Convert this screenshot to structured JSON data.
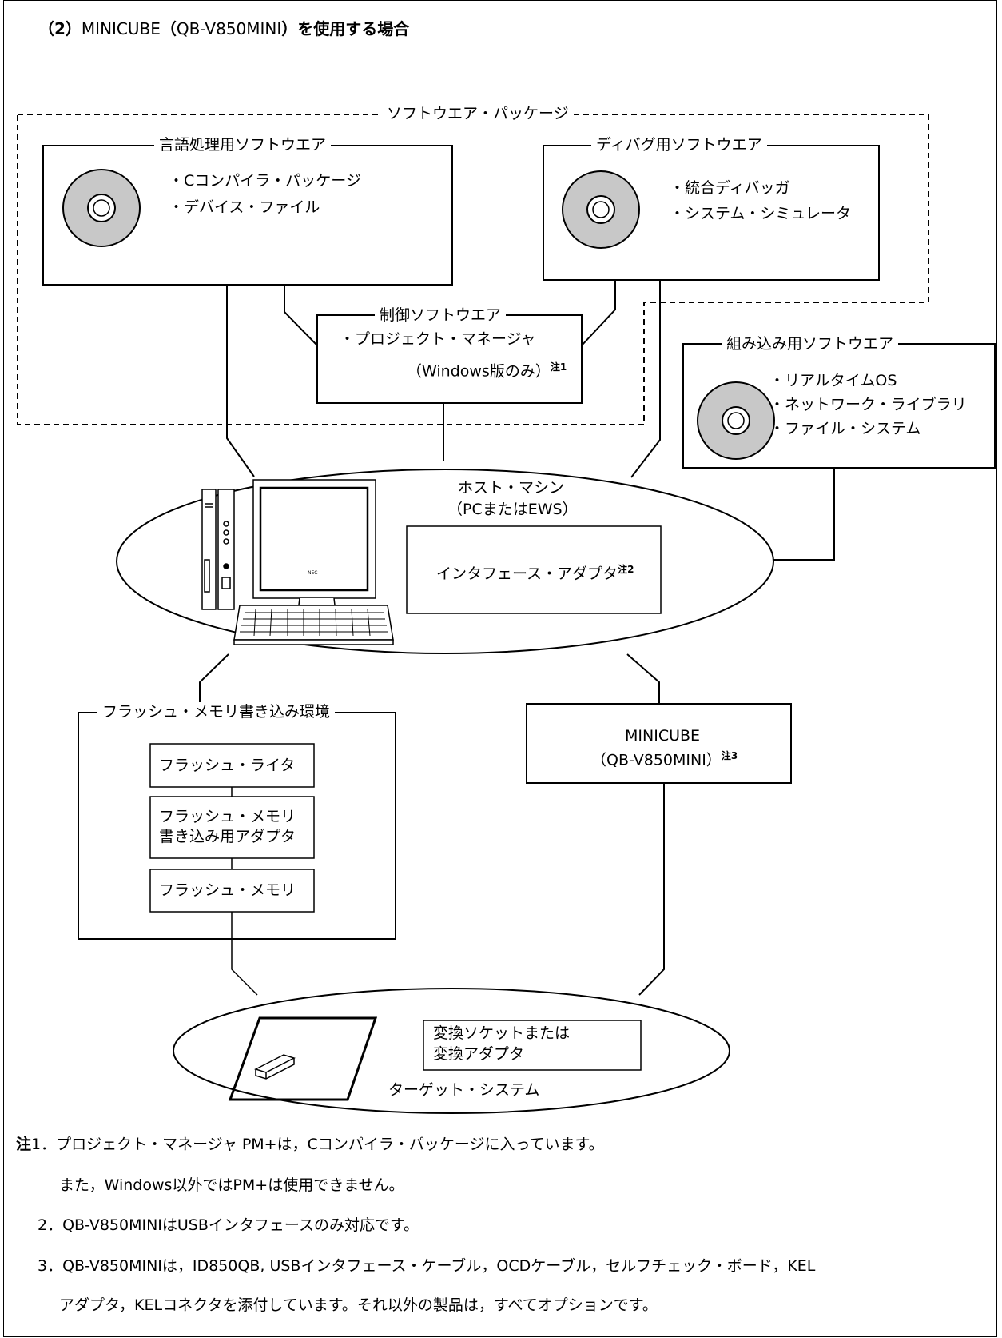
{
  "heading": {
    "paren_open": "（",
    "num": "2",
    "paren_close": "）",
    "product": "MINICUBE",
    "paren2_open": "（",
    "model": "QB-V850MINI",
    "paren2_close": "）",
    "rest": "を使用する場合"
  },
  "software_package": {
    "label": "ソフトウエア・パッケージ"
  },
  "language_sw": {
    "title": "言語処理用ソフトウエア",
    "items": [
      "・Cコンパイラ・パッケージ",
      "・デバイス・ファイル"
    ]
  },
  "debug_sw": {
    "title": "ディバグ用ソフトウエア",
    "items": [
      "・統合ディバッガ",
      "・システム・シミュレータ"
    ]
  },
  "control_sw": {
    "title": "制御ソフトウエア",
    "item": "・プロジェクト・マネージャ",
    "sub": "（Windows版のみ）",
    "note": "注1"
  },
  "embedded_sw": {
    "title": "組み込み用ソフトウエア",
    "items": [
      "・リアルタイムOS",
      "・ネットワーク・ライブラリ",
      "・ファイル・システム"
    ]
  },
  "host": {
    "title": "ホスト・マシン",
    "subtitle": "（PCまたはEWS）",
    "adapter": "インタフェース・アダプタ",
    "adapter_note": "注2",
    "monitor_brand": "NEC"
  },
  "flash_env": {
    "title": "フラッシュ・メモリ書き込み環境",
    "writer": "フラッシュ・ライタ",
    "adapter_line1": "フラッシュ・メモリ",
    "adapter_line2": "書き込み用アダプタ",
    "memory": "フラッシュ・メモリ"
  },
  "minicube": {
    "line1": "MINICUBE",
    "line2": "（QB-V850MINI）",
    "note": "注3"
  },
  "target": {
    "title": "ターゲット・システム",
    "socket_line1": "変換ソケットまたは",
    "socket_line2": "変換アダプタ"
  },
  "notes": {
    "mark": "注",
    "n1_num": "1",
    "n1_line1": "．プロジェクト・マネージャ  PM+は，Cコンパイラ・パッケージに入っています。",
    "n1_line2": "また，Windows以外ではPM+は使用できません。",
    "n2": "2．QB-V850MINIはUSBインタフェースのみ対応です。",
    "n3_line1": "3．QB-V850MINIは，ID850QB, USBインタフェース・ケーブル，OCDケーブル，セルフチェック・ボード，KEL",
    "n3_line2": "アダプタ，KELコネクタを添付しています。それ以外の製品は，すべてオプションです。"
  }
}
